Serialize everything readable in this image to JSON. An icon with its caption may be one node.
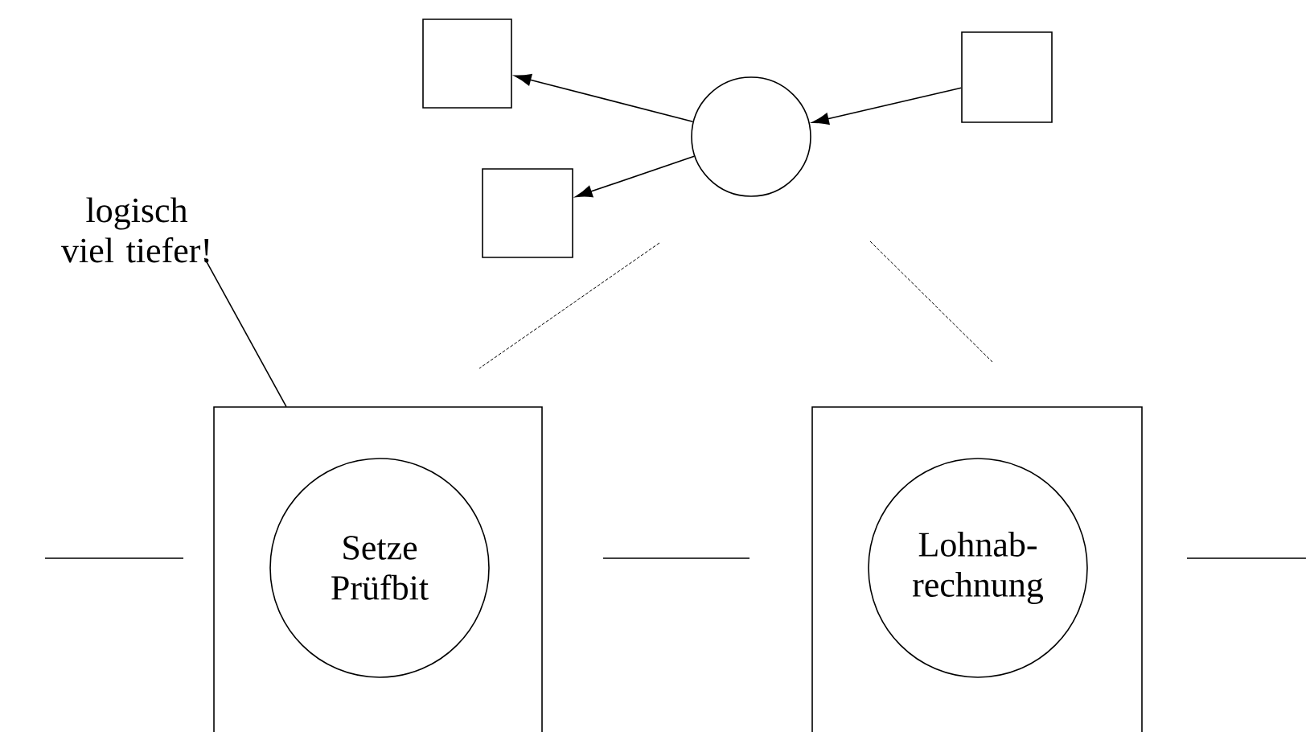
{
  "diagram": {
    "nodes": [
      {
        "text": [],
        "shape": "box"
      },
      {
        "text": [],
        "shape": "box"
      },
      {
        "text": [],
        "shape": "circle"
      },
      {
        "text": [],
        "shape": "box"
      },
      {
        "text": [
          "logisch viel tiefer!"
        ]
      },
      {
        "text": [],
        "shape": "box"
      },
      {
        "text": [
          "Setze Prüfbit"
        ],
        "in": 5
      },
      {
        "text": [],
        "shape": "box"
      },
      {
        "text": [
          "Lohnab- rechnung"
        ],
        "in": 7
      }
    ],
    "edges": [
      {
        "from": 2,
        "to": 0,
        "arrow": "to"
      },
      {
        "from": 2,
        "to": 1,
        "arrow": "to"
      },
      {
        "from": 3,
        "to": 2,
        "arrow": "to"
      },
      {
        "from": 4,
        "to": 5,
        "arrow": "none"
      }
    ]
  }
}
